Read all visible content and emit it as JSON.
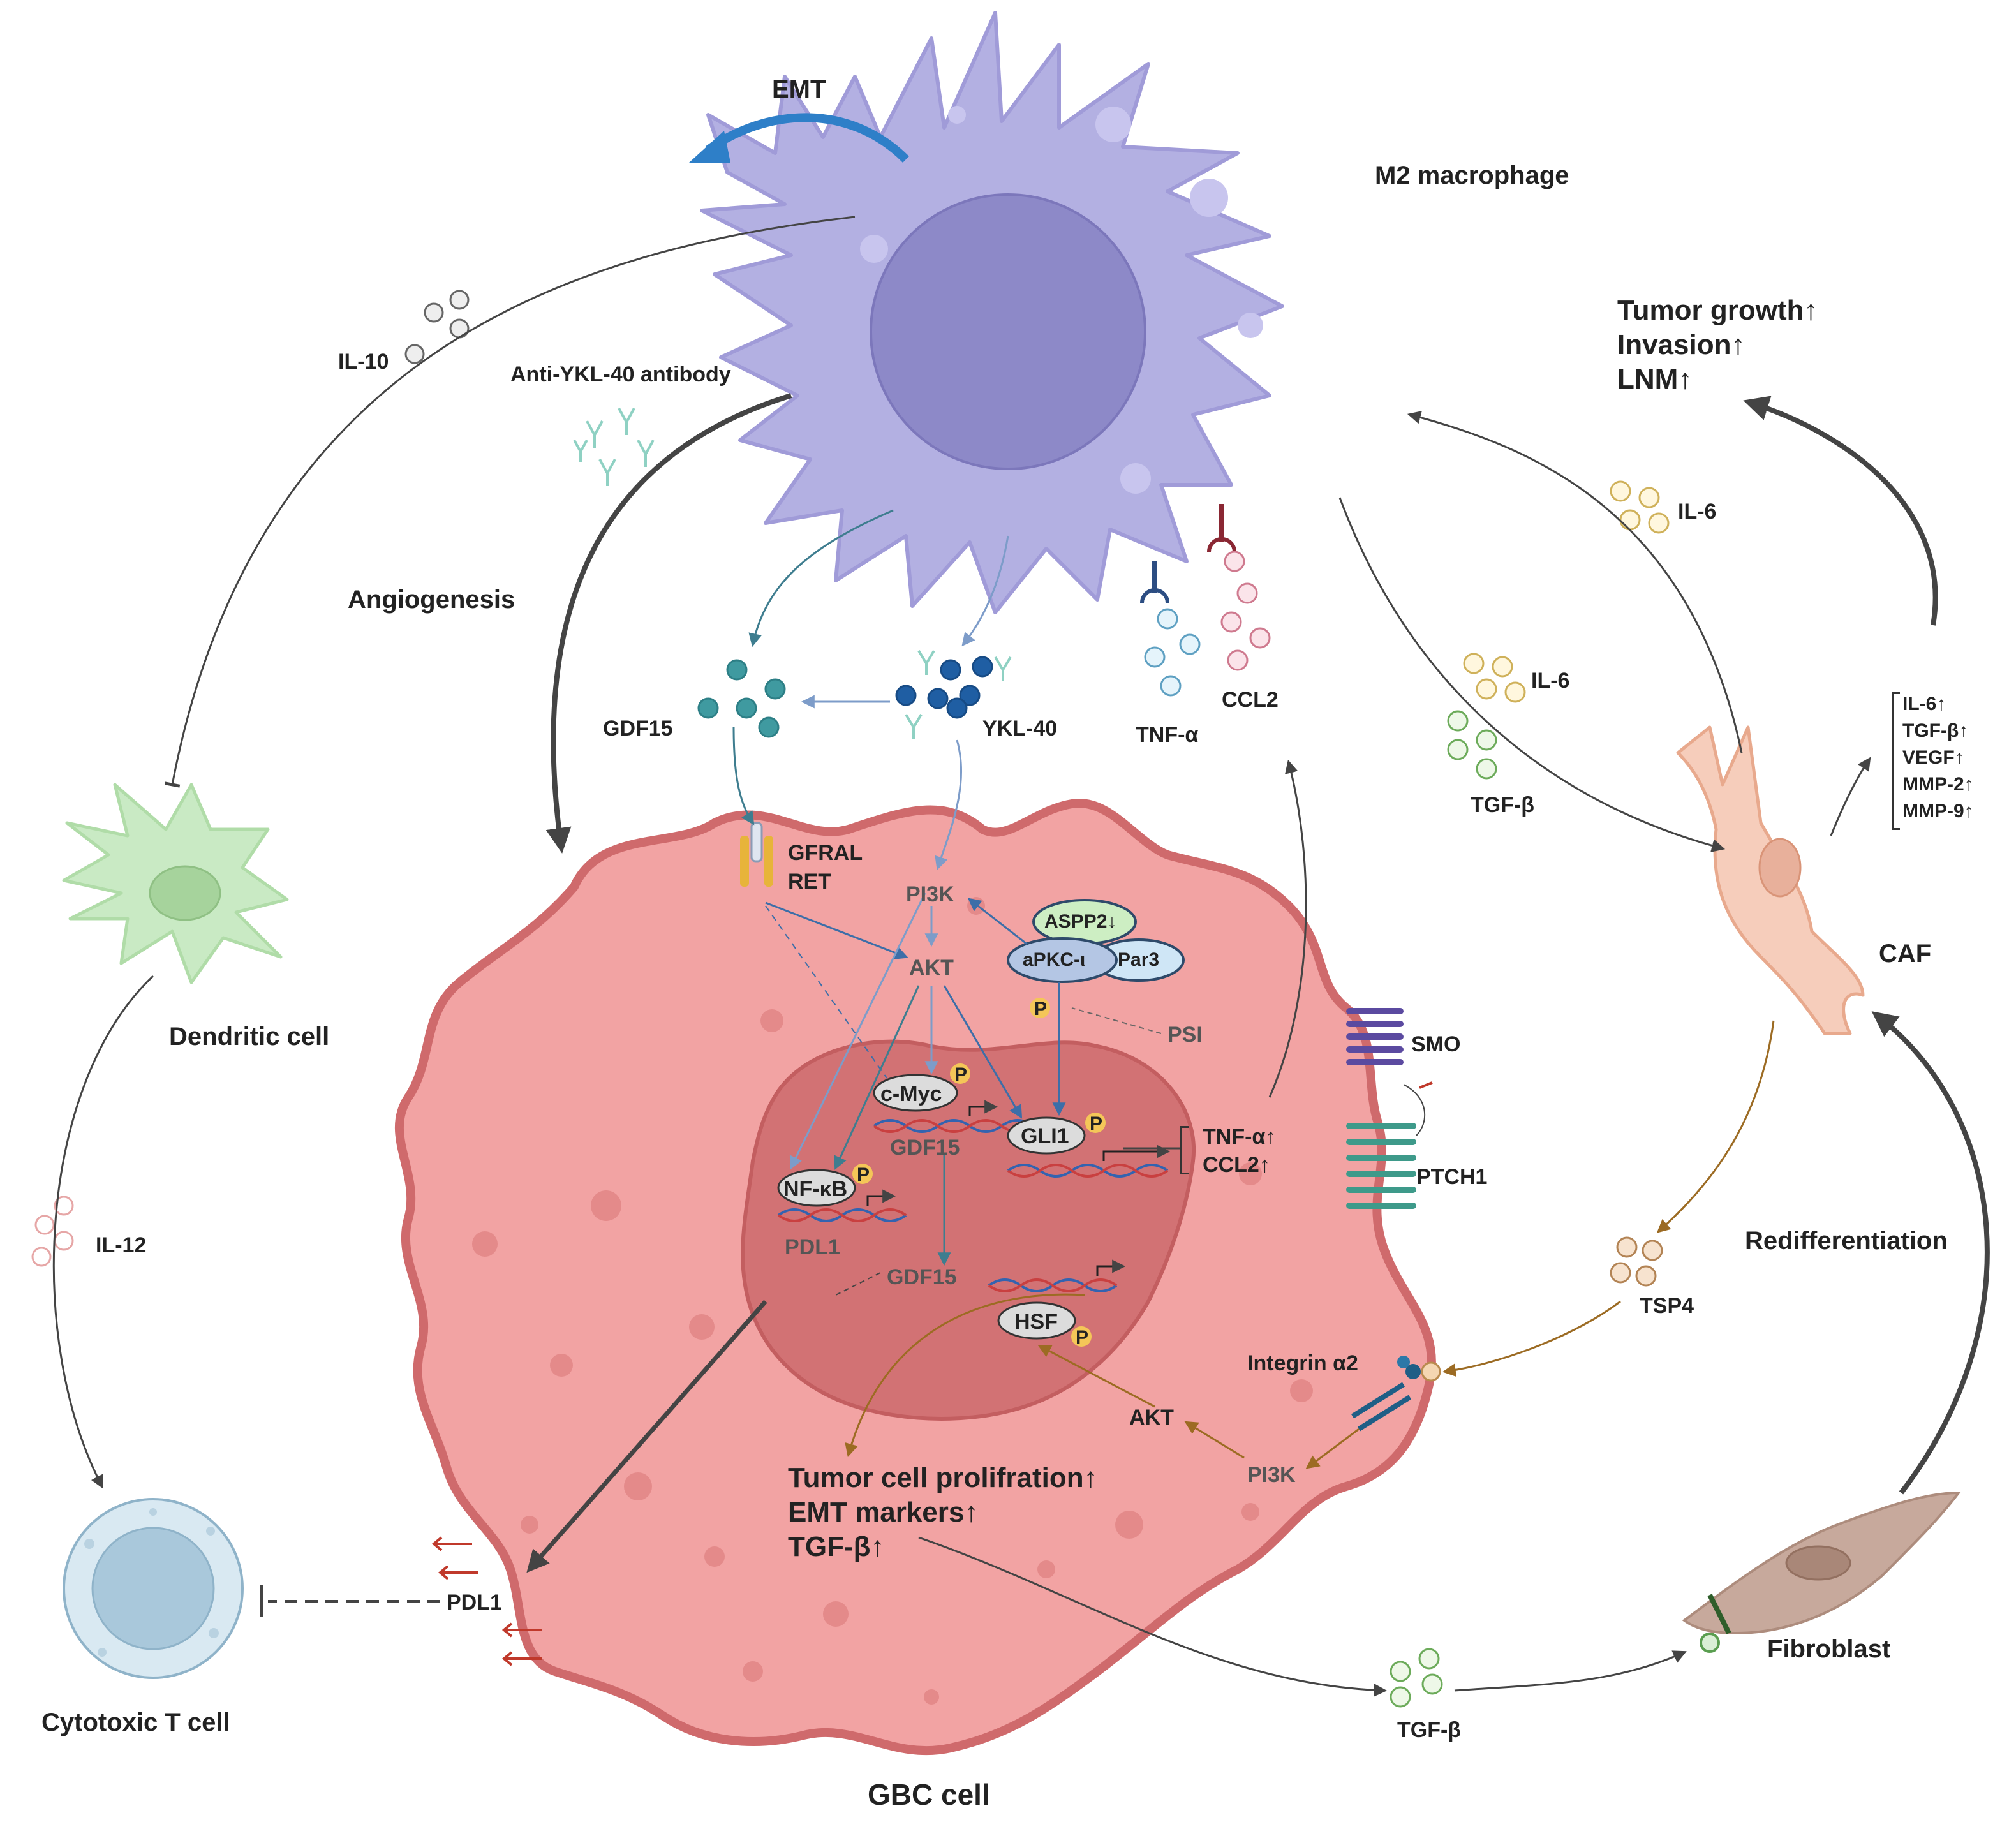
{
  "cells": {
    "m2": "M2 macrophage",
    "dendritic": "Dendritic cell",
    "tcell": "Cytotoxic T cell",
    "gbc": "GBC cell",
    "caf": "CAF",
    "fibroblast": "Fibroblast"
  },
  "processes": {
    "emt": "EMT",
    "angiogenesis": "Angiogenesis",
    "redifferentiation": "Redifferentiation"
  },
  "cytokines": {
    "il10": "IL-10",
    "il12": "IL-12",
    "anti_ykl40": "Anti-YKL-40 antibody",
    "gdf15": "GDF15",
    "ykl40": "YKL-40",
    "tnfa": "TNF-α",
    "ccl2": "CCL2",
    "il6_top": "IL-6",
    "il6_mid": "IL-6",
    "tgfb_mid": "TGF-β",
    "tgfb_bottom": "TGF-β",
    "tsp4": "TSP4"
  },
  "caf_outputs": {
    "header": [
      "Tumor growth↑",
      "Invasion↑",
      "LNM↑"
    ],
    "secreted": [
      "IL-6↑",
      "TGF-β↑",
      "VEGF↑",
      "MMP-2↑",
      "MMP-9↑"
    ]
  },
  "receptors": {
    "gfral": "GFRAL",
    "ret": "RET",
    "smo": "SMO",
    "ptch1": "PTCH1",
    "integrin": "Integrin α2"
  },
  "signaling": {
    "pi3k_top": "PI3K",
    "akt_top": "AKT",
    "aspp2": "ASPP2↓",
    "apkc": "aPKC-ι",
    "par3": "Par3",
    "psi": "PSI",
    "p": "P",
    "cmyc": "c-Myc",
    "gli1": "GLI1",
    "nfkb": "NF-κB",
    "hsf": "HSF",
    "gdf15_gene": "GDF15",
    "gdf15_out": "GDF15",
    "pdl1_gene": "PDL1",
    "pdl1_surface": "PDL1",
    "akt_bottom": "AKT",
    "pi3k_bottom": "PI3K"
  },
  "outcomes": {
    "gli_targets": [
      "TNF-α↑",
      "CCL2↑"
    ],
    "tumor": [
      "Tumor cell prolifration↑",
      "EMT markers↑",
      "TGF-β↑"
    ]
  },
  "colors": {
    "macrophage": "#b3b0e2",
    "macrophage_nucleus": "#8d89c8",
    "gbc_body": "#f2a3a3",
    "gbc_border": "#cf6a6c",
    "gbc_nucleus": "#d27274",
    "dendritic": "#c9eac4",
    "tcell": "#cfe3ee",
    "caf": "#f6cdbb",
    "fibroblast": "#c7a99c",
    "arrow_blue": "#3a7fc1",
    "arrow_teal": "#3e7d8f",
    "arrow_brown": "#9c6b23"
  }
}
